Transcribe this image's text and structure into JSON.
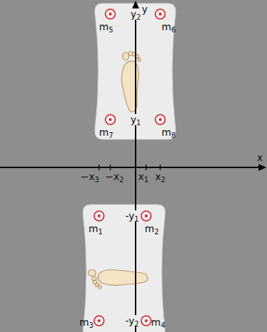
{
  "diagram": {
    "labels": [
      "y",
      "x",
      "y2",
      "y1",
      "-y1",
      "-y2",
      "−x3",
      "−x2",
      "x1",
      "x2",
      "m5",
      "m6",
      "m7",
      "m8",
      "m1",
      "m2",
      "m3",
      "m4"
    ]
  }
}
